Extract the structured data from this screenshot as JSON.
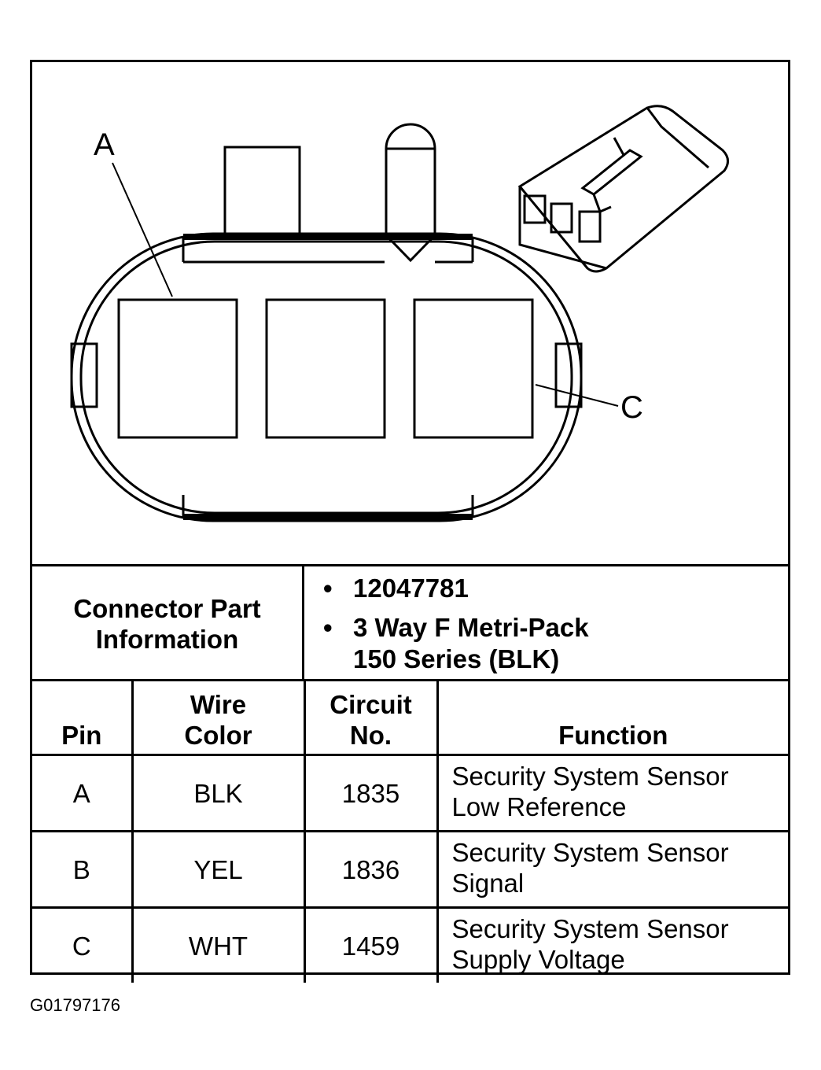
{
  "diagram": {
    "callouts": {
      "a": "A",
      "c": "C"
    }
  },
  "connector_info": {
    "label_line1": "Connector Part",
    "label_line2": "Information",
    "bullet_glyph": "•",
    "part_number": "12047781",
    "description_line1": "3 Way F Metri-Pack",
    "description_line2": "150 Series (BLK)"
  },
  "pin_table": {
    "headers": {
      "pin": "Pin",
      "wire_color_line1": "Wire",
      "wire_color_line2": "Color",
      "circuit_line1": "Circuit",
      "circuit_line2": "No.",
      "function": "Function"
    },
    "rows": [
      {
        "pin": "A",
        "wire_color": "BLK",
        "circuit": "1835",
        "function_line1": "Security System Sensor",
        "function_line2": "Low Reference"
      },
      {
        "pin": "B",
        "wire_color": "YEL",
        "circuit": "1836",
        "function_line1": "Security System Sensor",
        "function_line2": "Signal"
      },
      {
        "pin": "C",
        "wire_color": "WHT",
        "circuit": "1459",
        "function_line1": "Security System Sensor",
        "function_line2": "Supply Voltage"
      }
    ]
  },
  "figure_id": "G01797176"
}
